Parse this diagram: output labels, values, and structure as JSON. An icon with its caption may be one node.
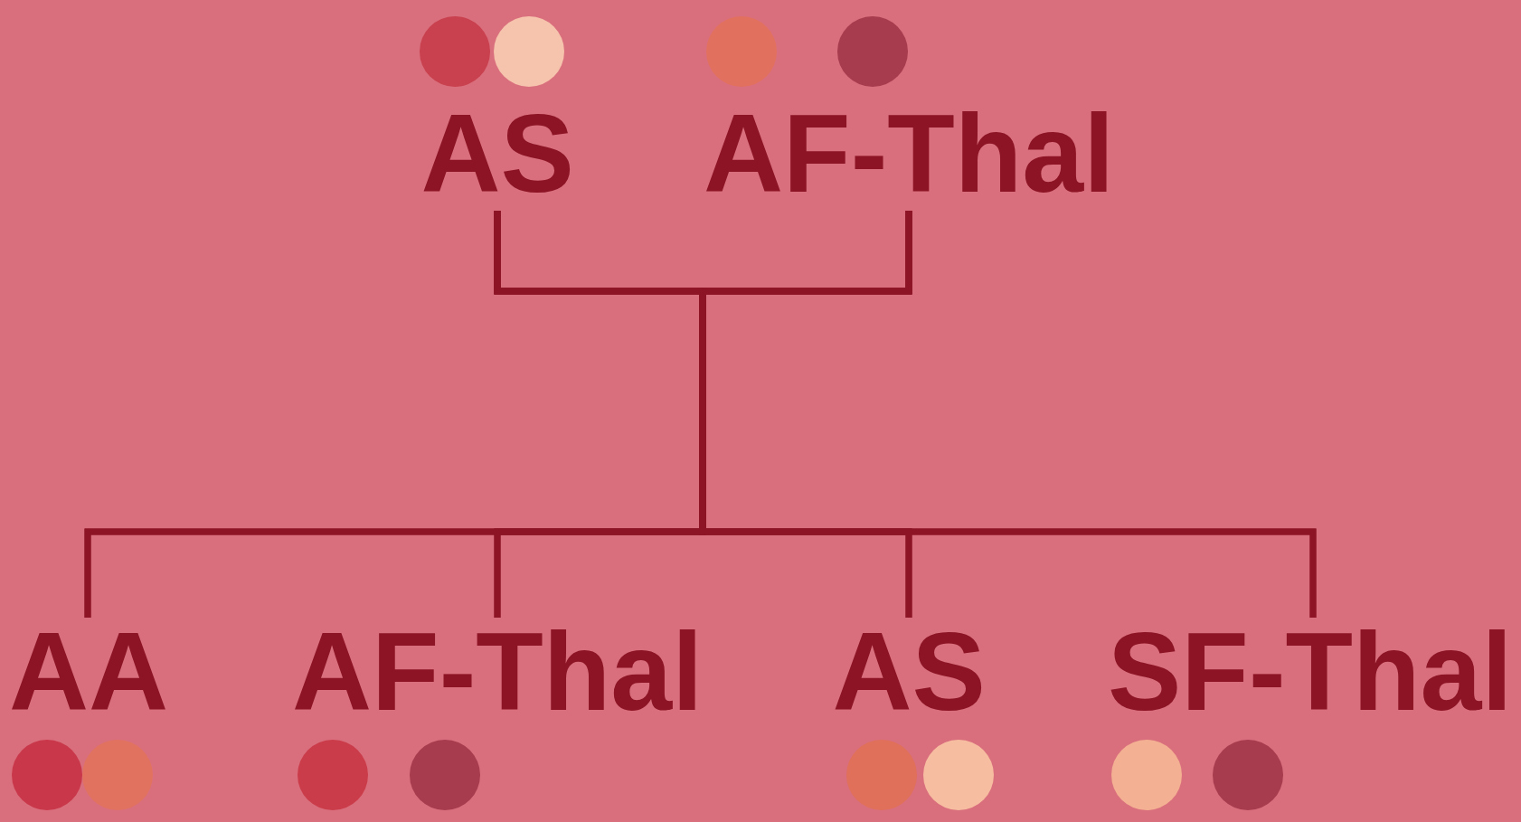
{
  "diagram": {
    "nodes": [
      {
        "text": [
          "AS"
        ]
      },
      {
        "text": [
          "AF-Thal"
        ]
      },
      {
        "text": [
          "AA"
        ]
      },
      {
        "text": [
          "AF-Thal"
        ]
      },
      {
        "text": [
          "AS"
        ]
      },
      {
        "text": [
          "SF-Thal"
        ]
      }
    ],
    "edges": [
      {
        "from": 0,
        "to": 1,
        "arrow": "none"
      },
      {
        "from": 0,
        "to": 2,
        "arrow": "none"
      },
      {
        "from": 0,
        "to": 3,
        "arrow": "none"
      },
      {
        "from": 0,
        "to": 4,
        "arrow": "none"
      },
      {
        "from": 0,
        "to": 5,
        "arrow": "none"
      },
      {
        "from": 1,
        "to": 2,
        "arrow": "none"
      },
      {
        "from": 1,
        "to": 3,
        "arrow": "none"
      },
      {
        "from": 1,
        "to": 4,
        "arrow": "none"
      },
      {
        "from": 1,
        "to": 5,
        "arrow": "none"
      }
    ]
  }
}
